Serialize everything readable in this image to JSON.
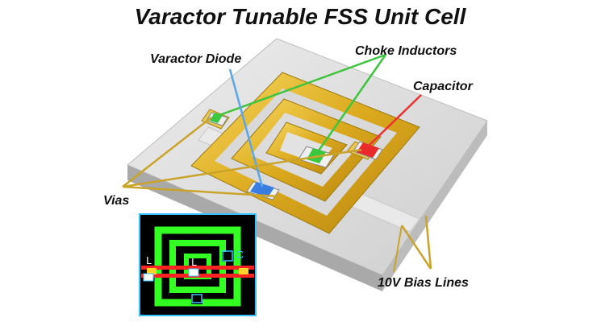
{
  "title": "Varactor Tunable FSS Unit Cell",
  "labels": {
    "varactor_diode": "Varactor Diode",
    "choke_inductors": "Choke Inductors",
    "capacitor": "Capacitor",
    "vias": "Vias",
    "bias_lines": "10V Bias Lines"
  },
  "layout_marks": {
    "left": "L",
    "center": "L",
    "right": "C"
  },
  "colors": {
    "gold": "#e3b526",
    "substrate": "#d6d6d6",
    "varactor": "#3a7de0",
    "inductor": "#39c83f",
    "capacitor": "#e82a2a",
    "via_line": "#c9a32a",
    "layout_ring": "#33ff22",
    "layout_bias": "#ff2222"
  }
}
